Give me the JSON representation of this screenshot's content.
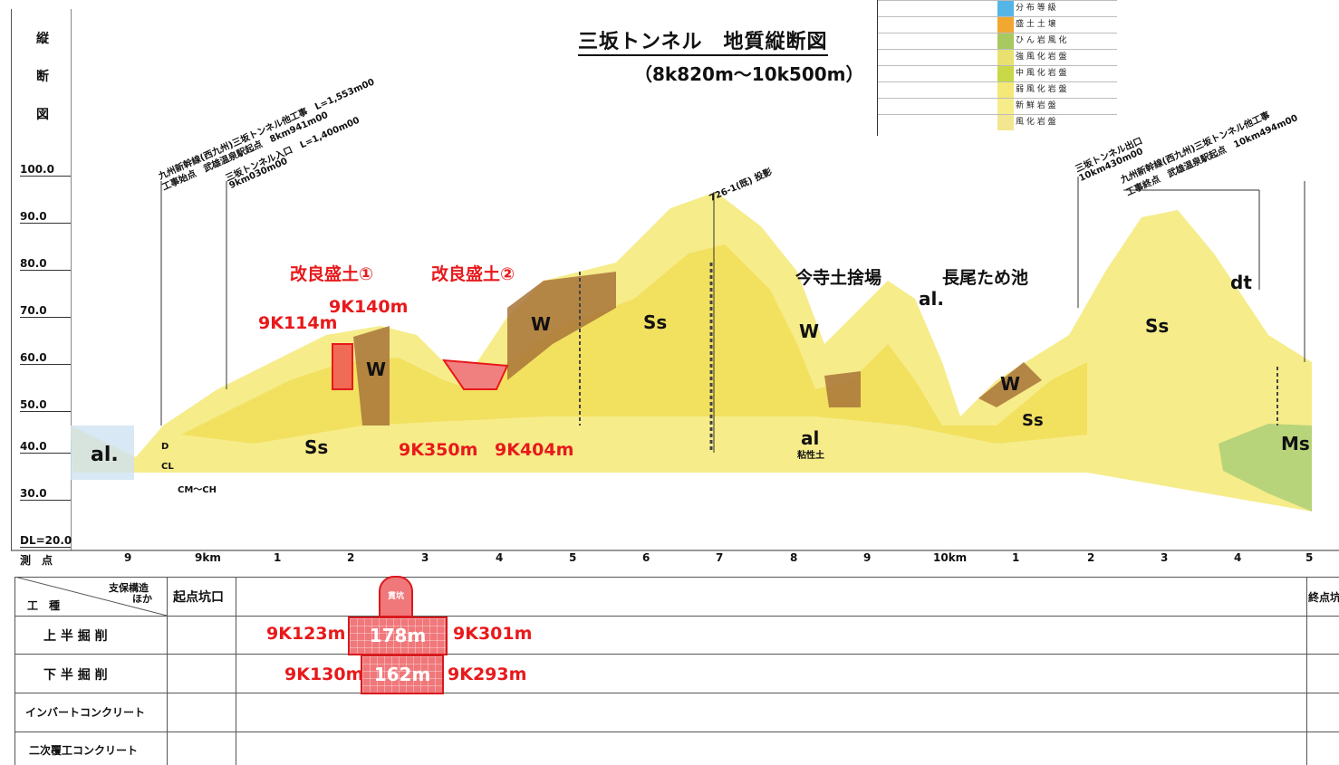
{
  "title": "三坂トンネル　地質縦断図",
  "subtitle": "（8k820m～10k500m）",
  "side_label": [
    "縦",
    "断",
    "図"
  ],
  "elevations": [
    "100.0",
    "90.0",
    "80.0",
    "70.0",
    "60.0",
    "50.0",
    "40.0",
    "30.0",
    "DL=20.0"
  ],
  "station_row_label": "測　点",
  "stations": [
    "9",
    "9km",
    "1",
    "2",
    "3",
    "4",
    "5",
    "6",
    "7",
    "8",
    "9",
    "10km",
    "1",
    "2",
    "3",
    "4",
    "5"
  ],
  "annotations": {
    "start_work": "九州新幹線(西九州)三坂トンネル他工事　L=1,553m00",
    "start_point": "工事始点　武雄温泉駅起点　8km941m00",
    "tunnel_entrance": "三坂トンネル入口　L=1,400m00",
    "entrance_km": "9km030m00",
    "borehole_top": "726-1(既) 投影",
    "tunnel_exit": "三坂トンネル出口",
    "exit_km": "10km430m00",
    "end_work": "九州新幹線(西九州)三坂トンネル他工事",
    "end_point": "工事終点　武雄温泉駅起点　10km494m00"
  },
  "improvement_labels": [
    "改良盛土①",
    "改良盛土②"
  ],
  "place_labels": [
    "今寺土捨場",
    "長尾ため池"
  ],
  "km_labels": {
    "k114": "9K114m",
    "k140": "9K140m",
    "k350": "9K350m",
    "k404": "9K404m"
  },
  "geology": {
    "al1": "al.",
    "ss1": "Ss",
    "w1": "W",
    "w2": "W",
    "ss2": "Ss",
    "w3": "W",
    "al2": "al.",
    "al3": "al",
    "al3_sub": "粘性土",
    "w4": "W",
    "ss3": "Ss",
    "ss4": "Ss",
    "dt": "dt",
    "ms": "Ms",
    "d": "D",
    "cl": "CL",
    "cmch": "CM～CH"
  },
  "legend": {
    "rows": [
      "分 布 等 級",
      "盛 土 土 壌",
      "ひ ん 岩 風 化",
      "強 風 化 岩 盤",
      "中 風 化 岩 盤",
      "弱 風 化 岩 盤",
      "新 鮮 岩 盤",
      "風 化 岩 盤"
    ],
    "colors": [
      "#55b5e6",
      "#f0a830",
      "#a8c860",
      "#e8e070",
      "#c8d848",
      "#f4e878",
      "#f6ec8a",
      "#f2e690"
    ]
  },
  "work_table": {
    "header_top": "支保構造",
    "header_top2": "ほか",
    "header_left": "工　種",
    "start_portal": "起点坑口",
    "end_portal": "終点坑",
    "portal_mark": "貫坑",
    "rows": [
      "上 半 掘 削",
      "下 半 掘 削",
      "インバートコンクリート",
      "二次覆工コンクリート"
    ],
    "upper": {
      "start": "9K123m",
      "length": "178m",
      "end": "9K301m"
    },
    "lower": {
      "start": "9K130m",
      "length": "162m",
      "end": "9K293m"
    }
  },
  "colors": {
    "accent_red": "#e8191b",
    "sandstone": "#f6ec8a",
    "sandstone_core": "#f0dc50",
    "weathered": "#a8743a",
    "mudstone": "#b8d47a"
  }
}
